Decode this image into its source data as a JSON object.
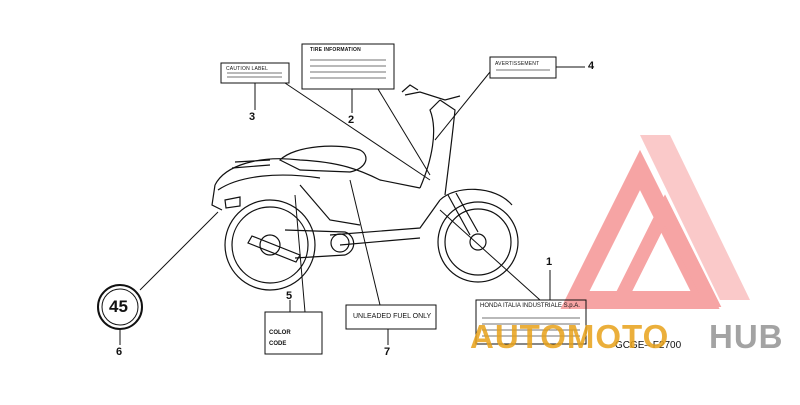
{
  "callouts": [
    "1",
    "2",
    "3",
    "4",
    "5",
    "6",
    "7"
  ],
  "labels": {
    "tire_info": "TIRE INFORMATION",
    "caution_label": "CAUTION LABEL",
    "avertissement": "AVERTISSEMENT",
    "color_code_line1": "COLOR",
    "color_code_line2": "CODE",
    "fuel": "UNLEADED FUEL ONLY",
    "manufacturer": "HONDA ITALIA INDUSTRIALE S.p.A.",
    "speed_limit": "45"
  },
  "figure_code": "GCGE– F2700",
  "watermark": {
    "part1": "AUTOMOTO",
    "part2": "HUB",
    "color_primary": "#e8a21a",
    "color_secondary": "#9a9a9a",
    "logo_color": "#ef5a5a"
  }
}
